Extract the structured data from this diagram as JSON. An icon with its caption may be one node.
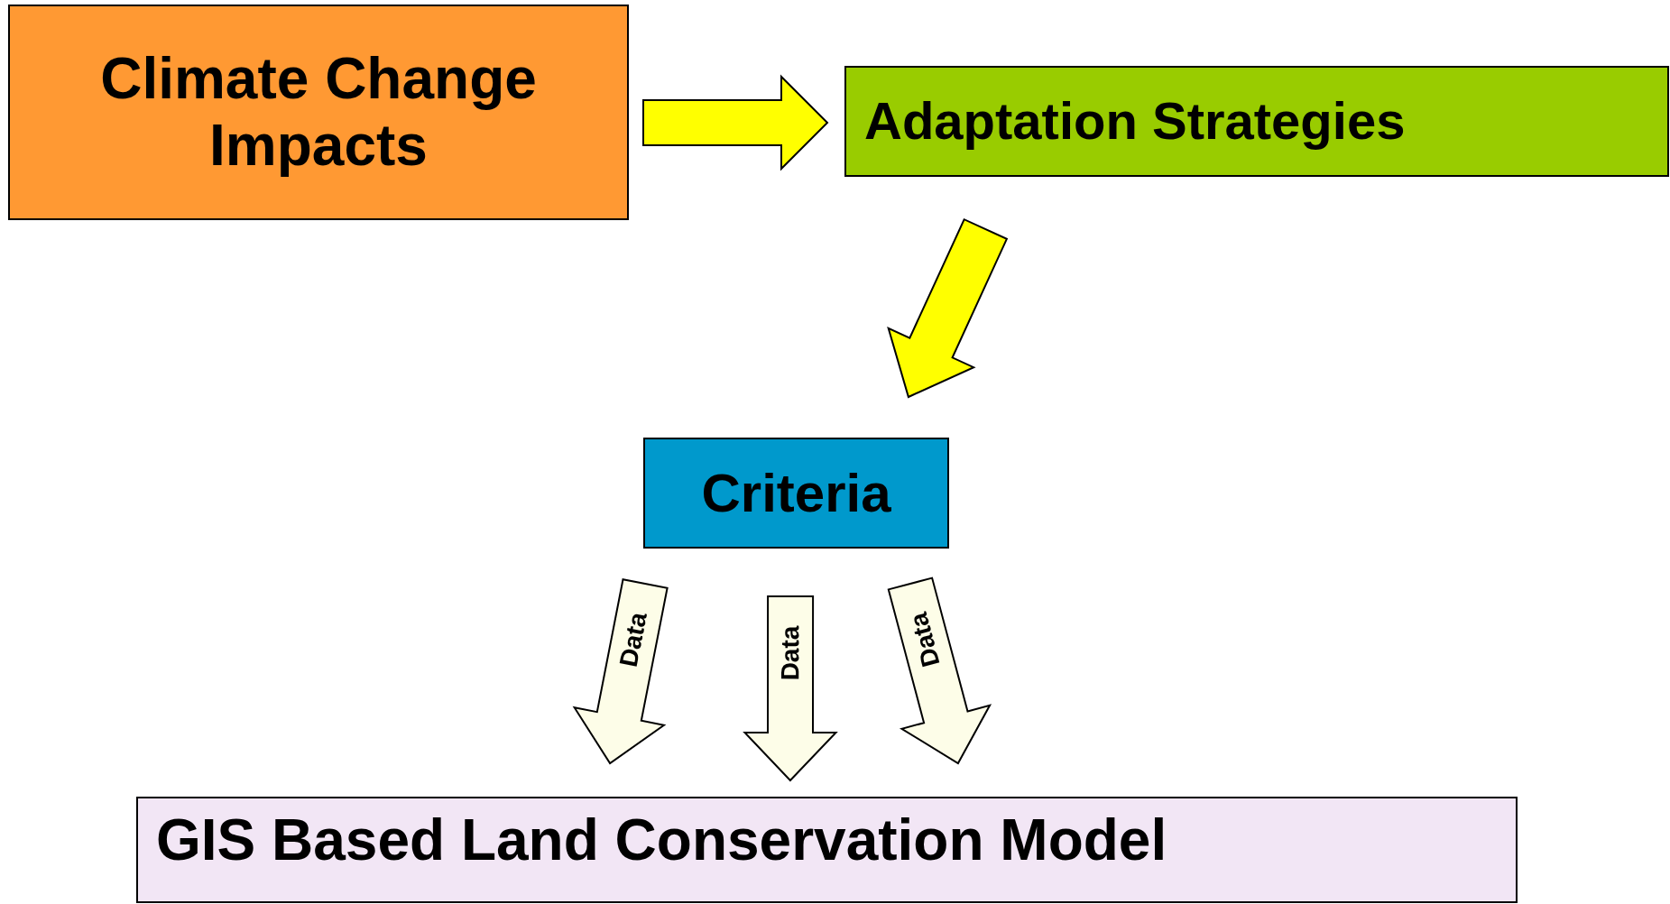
{
  "diagram": {
    "nodes": [
      {
        "text": [
          "Climate Change Impacts"
        ]
      },
      {
        "text": [
          "Adaptation Strategies"
        ]
      },
      {
        "text": [
          "Criteria"
        ]
      },
      {
        "text": [
          "GIS Based Land Conservation Model"
        ]
      }
    ],
    "edges": [
      {
        "from": 0,
        "to": 1,
        "arrow": "to",
        "color": "#ffff00"
      },
      {
        "from": 1,
        "to": 2,
        "arrow": "to",
        "color": "#ffff00"
      },
      {
        "from": 2,
        "to": 3,
        "arrow": "to",
        "label": "Data"
      },
      {
        "from": 2,
        "to": 3,
        "arrow": "to",
        "label": "Data"
      },
      {
        "from": 2,
        "to": 3,
        "arrow": "to",
        "label": "Data"
      }
    ]
  }
}
